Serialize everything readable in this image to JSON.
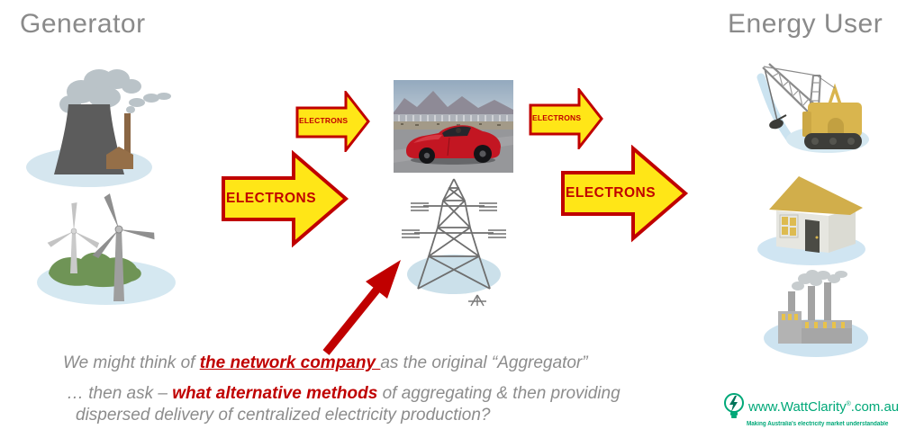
{
  "slide": {
    "title_left": "Generator",
    "title_right": "Energy User"
  },
  "arrows": {
    "small_left": {
      "label": "ELECTRONS"
    },
    "large_left": {
      "label": "ELECTRONS"
    },
    "small_right": {
      "label": "ELECTRONS"
    },
    "large_right": {
      "label": "ELECTRONS"
    }
  },
  "caption": {
    "line1": {
      "pre": "We might think of ",
      "highlight": "the network company ",
      "post": "as the original “Aggregator”"
    },
    "line2": {
      "pre": "… then ask – ",
      "highlight": "what alternative methods",
      "post": " of aggregating & then providing"
    },
    "line3": "dispersed delivery of centralized electricity production?"
  },
  "logo": {
    "url_main": "www.WattClarity",
    "reg_mark": "®",
    "url_suffix": ".com.au",
    "tagline": "Making Australia's electricity market understandable"
  },
  "colors": {
    "title_gray": "#8A8A8A",
    "caption_gray": "#8C8C8C",
    "accent_red": "#C00000",
    "arrow_yellow": "#FFE617",
    "logo_green": "#00A878",
    "base_blue": "#D5E8F1"
  },
  "icons": {
    "power_station": "coal-power-station",
    "wind_farm": "wind-turbines",
    "electric_car": "red-electric-car-photo",
    "transmission_tower": "transmission-tower",
    "dragline_crane": "mining-dragline-crane",
    "house": "house",
    "factory": "factory",
    "red_arrow": "pointer-arrow",
    "lightbulb": "lightbulb-bolt"
  }
}
